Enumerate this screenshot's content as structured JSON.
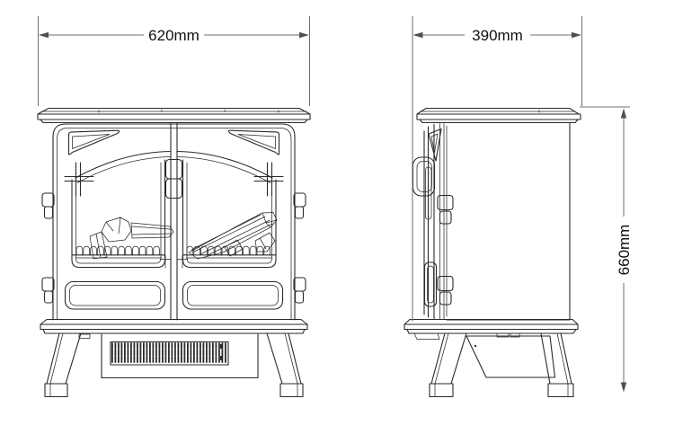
{
  "figure": {
    "type": "technical-dimension-drawing",
    "subject": "freestanding electric stove fireplace, front and side elevation views",
    "background": "#ffffff",
    "colors": {
      "drawing_line": "#2a2a2a",
      "dimension_line": "#6e6e6e",
      "text": "#111111"
    },
    "views": {
      "front": {
        "name": "front elevation"
      },
      "side": {
        "name": "side elevation"
      }
    },
    "dimensions": {
      "width": {
        "label": "620mm"
      },
      "depth": {
        "label": "390mm"
      },
      "height": {
        "label": "660mm"
      }
    }
  }
}
